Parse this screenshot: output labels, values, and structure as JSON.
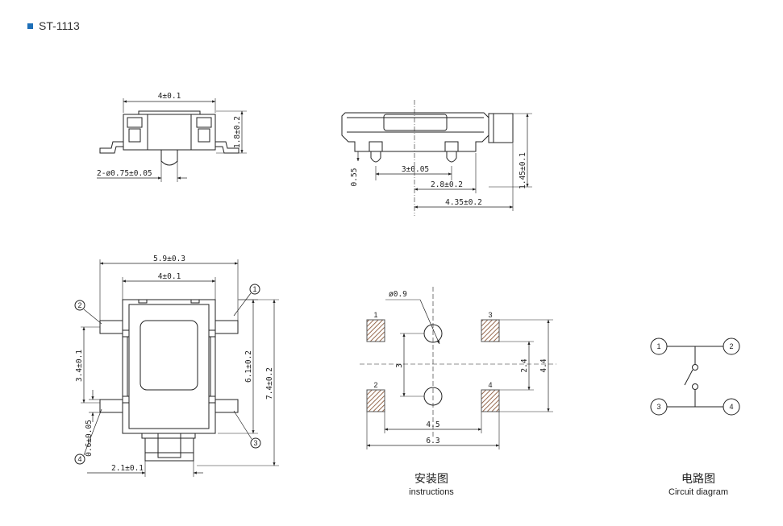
{
  "title": "ST-1113",
  "accent_color": "#1e6fb8",
  "hatch_color": "#8b5a3c",
  "side_view": {
    "width_label": "4±0.1",
    "height_label": "1.8±0.2",
    "peg_label": "2-ø0.75±0.05"
  },
  "front_view": {
    "offset_label": "0.55",
    "pitch_label": "3±0.05",
    "half_label": "2.8±0.2",
    "total_label": "4.35±0.2",
    "height_label": "1.45±0.1"
  },
  "top_view": {
    "overall_width_label": "5.9±0.3",
    "body_width_label": "4±0.1",
    "pin_pitch_label": "3.4±0.1",
    "lead_width_label": "0.6±0.05",
    "body_height_label": "6.1±0.2",
    "overall_height_label": "7.4±0.2",
    "lever_label": "2.1±0.1",
    "pin_callouts": [
      "1",
      "2",
      "3",
      "4"
    ]
  },
  "footprint": {
    "hole_label": "ø0.9",
    "pads": [
      "1",
      "2",
      "3",
      "4"
    ],
    "hole_pitch_label": "3",
    "pad_inner_label": "2.4",
    "pad_outer_label": "4.4",
    "pad_pitch_x_label": "4.5",
    "pad_total_x_label": "6.3",
    "caption_cn": "安装图",
    "caption_en": "instructions"
  },
  "circuit": {
    "terminals": [
      "1",
      "2",
      "3",
      "4"
    ],
    "caption_cn": "电路图",
    "caption_en": "Circuit diagram"
  }
}
